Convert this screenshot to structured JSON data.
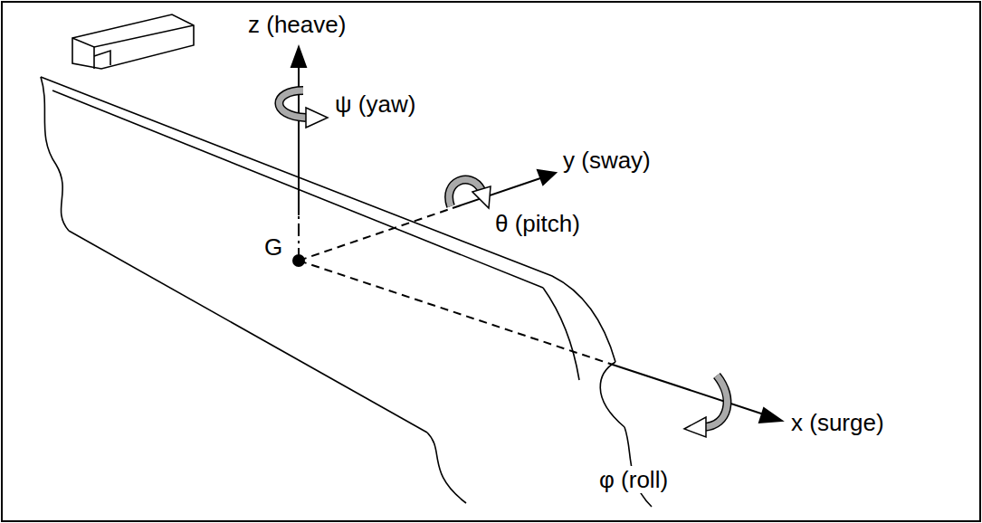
{
  "diagram": {
    "labels": [
      "z (heave)",
      "ψ (yaw)",
      "y (sway)",
      "θ (pitch)",
      "G",
      "φ (roll)",
      "x (surge)"
    ]
  }
}
